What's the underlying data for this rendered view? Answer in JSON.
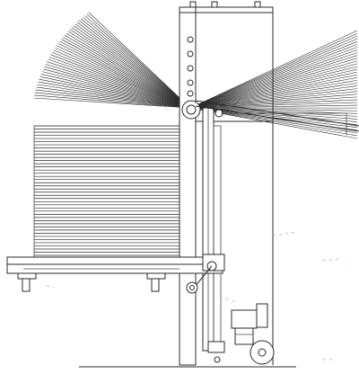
{
  "drawing": {
    "kind": "technical line drawing",
    "line_color": "#2b2b2b",
    "background": "#ffffff",
    "hidden_line_color": "#9ccf9c",
    "sheet_stack": {
      "stacked_lines": 42,
      "fanned_lines": 40
    },
    "parts": [
      "paper-stack",
      "fanned-sheets",
      "vertical-column",
      "column-holes",
      "roller",
      "pallet-base",
      "caster-wheels",
      "conveyor-belt",
      "motor-assembly",
      "drive-wheel"
    ]
  }
}
